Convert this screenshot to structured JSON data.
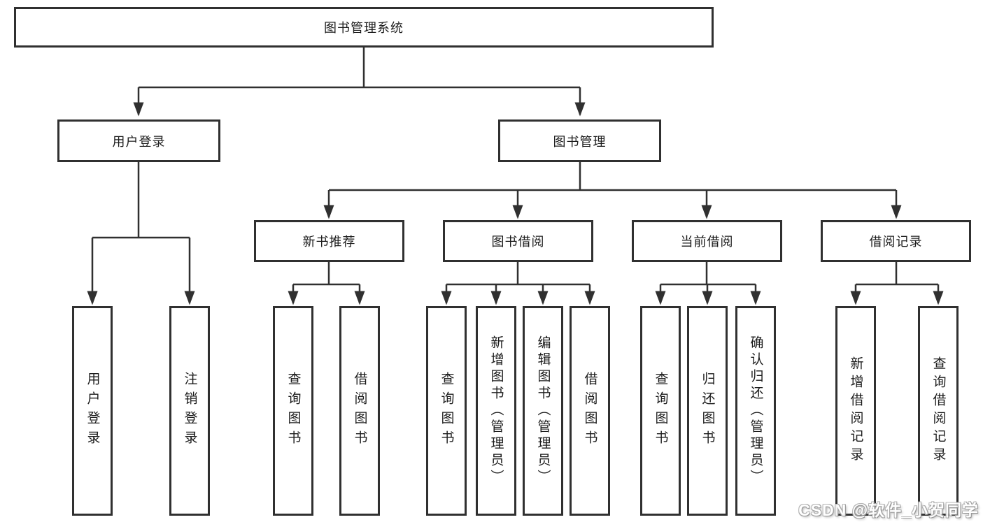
{
  "diagram_title": "图书管理系统",
  "tree": {
    "root": {
      "label": "图书管理系统"
    },
    "branches": [
      {
        "label": "用户登录",
        "children": [
          {
            "label": "用户登录"
          },
          {
            "label": "注销登录"
          }
        ]
      },
      {
        "label": "图书管理",
        "children": [
          {
            "label": "新书推荐",
            "children": [
              {
                "label": "查询图书"
              },
              {
                "label": "借阅图书"
              }
            ]
          },
          {
            "label": "图书借阅",
            "children": [
              {
                "label": "查询图书"
              },
              {
                "label": "新增图书（管理员）"
              },
              {
                "label": "编辑图书（管理员）"
              },
              {
                "label": "借阅图书"
              }
            ]
          },
          {
            "label": "当前借阅",
            "children": [
              {
                "label": "查询图书"
              },
              {
                "label": "归还图书"
              },
              {
                "label": "确认归还（管理员）"
              }
            ]
          },
          {
            "label": "借阅记录",
            "children": [
              {
                "label": "新增借阅记录"
              },
              {
                "label": "查询借阅记录"
              }
            ]
          }
        ]
      }
    ]
  },
  "watermark": {
    "text": "CSDN @软件_小贺同学"
  },
  "colors": {
    "line": "#303030",
    "box_border": "#303030",
    "background": "#ffffff",
    "text": "#1c1c1c"
  }
}
